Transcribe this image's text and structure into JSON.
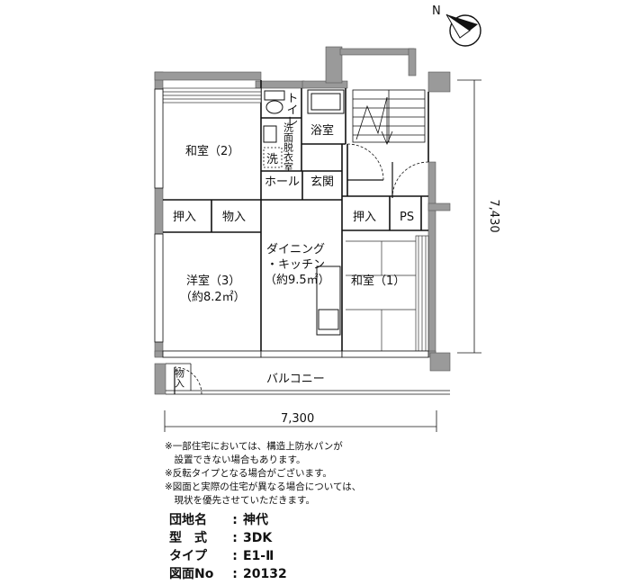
{
  "rooms": {
    "washitsu2": "和室（2）",
    "toilet": "トイレ",
    "bath": "浴室",
    "dressing": "洗面脱衣室",
    "laundry": "洗",
    "hall": "ホール",
    "entrance": "玄関",
    "oshiire_left": "押入",
    "mono_left": "物入",
    "oshiire_right": "押入",
    "ps": "PS",
    "dk_line1": "ダイニング",
    "dk_line2": "・キッチン",
    "dk_line3": "（約9.5㎡）",
    "yoshitsu_line1": "洋室（3）",
    "yoshitsu_line2": "（約8.2㎡）",
    "washitsu1": "和室（1）",
    "balcony": "バルコニー",
    "balcony_storage": "物入"
  },
  "dimensions": {
    "width": "7,300",
    "depth": "7,430"
  },
  "notes": [
    "※一部住宅においては、構造上防水パンが",
    "　設置できない場合もあります。",
    "※反転タイプとなる場合がございます。",
    "※図面と実際の住宅が異なる場合については、",
    "　現状を優先させていただきます。"
  ],
  "info": [
    {
      "key": "団地名",
      "value": "神代"
    },
    {
      "key": "型　式",
      "value": "3DK"
    },
    {
      "key": "タイプ",
      "value": "E1-Ⅱ"
    },
    {
      "key": "図面No",
      "value": "20132"
    }
  ],
  "compass": {
    "label": "N"
  }
}
